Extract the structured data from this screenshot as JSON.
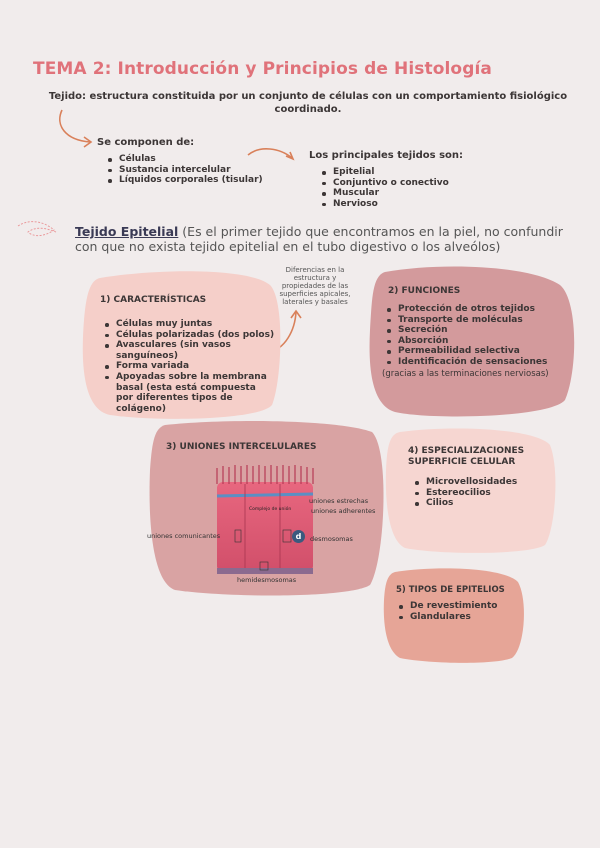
{
  "title": "TEMA 2: Introducción y Principios de Histología",
  "definition": "Tejido: estructura constituida por un conjunto de células con un comportamiento fisiológico coordinado.",
  "composition": {
    "heading": "Se componen de:",
    "items": [
      "Células",
      "Sustancia intercelular",
      "Líquidos corporales (tisular)"
    ]
  },
  "main_tissues": {
    "heading": "Los principales tejidos son:",
    "items": [
      "Epitelial",
      "Conjuntivo o conectivo",
      "Muscular",
      "Nervioso"
    ]
  },
  "epithelial": {
    "title": "Tejido Epitelial",
    "note": " (Es el primer tejido que encontramos en la piel, no confundir con que no exista tejido epitelial en el tubo digestivo o los alveólos)"
  },
  "characteristics": {
    "heading": "1) CARACTERÍSTICAS",
    "items": [
      "Células muy juntas",
      "Células polarizadas (dos polos)",
      "Avasculares (sin vasos sanguíneos)",
      "Forma variada",
      "Apoyadas sobre la membrana basal (esta está compuesta por diferentes tipos de colágeno)"
    ]
  },
  "side_note": "Diferencias en la estructura y propiedades de las superficies apicales, laterales y basales",
  "functions": {
    "heading": "2) FUNCIONES",
    "items": [
      "Protección de otros tejidos",
      "Transporte de moléculas",
      "Secreción",
      "Absorción",
      "Permeabilidad selectiva",
      "Identificación de sensaciones"
    ],
    "footnote": "(gracias a las terminaciones nerviosas)"
  },
  "junctions": {
    "heading": "3) UNIONES INTERCELULARES",
    "labels": {
      "tight": "uniones estrechas",
      "adherens": "uniones adherentes",
      "gap": "uniones comunicantes",
      "desmo": "desmosomas",
      "hemi": "hemidesmosomas",
      "complex": "Complejo de unión",
      "marker": "d"
    }
  },
  "specializations": {
    "heading": "4) ESPECIALIZACIONES SUPERFICIE CELULAR",
    "items": [
      "Microvellosidades",
      "Estereocilios",
      "Cilios"
    ]
  },
  "types": {
    "heading": "5) TIPOS DE EPITELIOS",
    "items": [
      "De revestimiento",
      "Glandulares"
    ]
  },
  "colors": {
    "title": "#e0727a",
    "blob_light": "#f5cfc9",
    "blob_mid": "#d39a9c",
    "blob_soft": "#f6d6d1",
    "blob_salmon": "#e6a597",
    "arrow": "#d9805a"
  }
}
